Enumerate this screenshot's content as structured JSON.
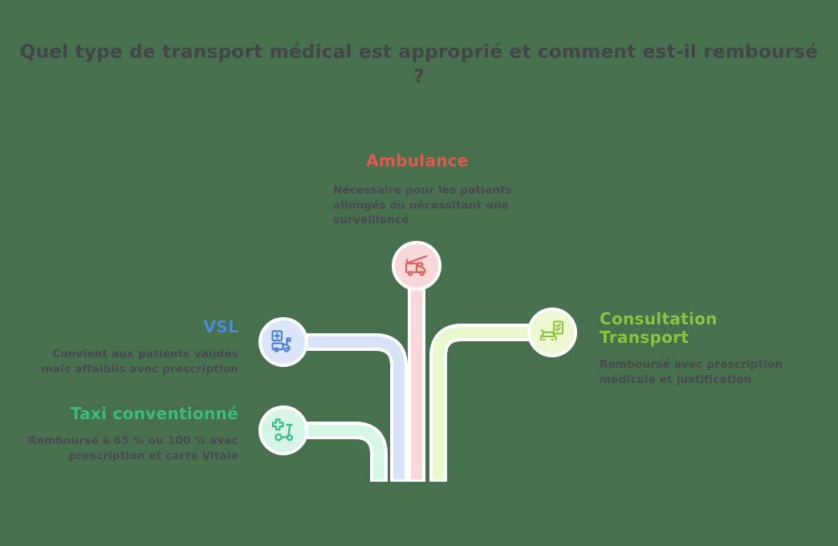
{
  "title": {
    "line1": "Quel type de transport médical est approprié et comment est-il remboursé",
    "line2": "?"
  },
  "colors": {
    "background": "#47704E",
    "body_text": "#4A4A50",
    "title_text": "#454549",
    "white_casing": "#FFFFFF"
  },
  "branches": [
    {
      "id": "ambulance",
      "label": "Ambulance",
      "description": "Nécessaire pour les patients allongés ou nécessitant une surveillance",
      "accent": "#E0594F",
      "circle_fill": "#F8D8D8",
      "pipe_color": "#F9D8DA",
      "icon": "fire-truck-icon"
    },
    {
      "id": "vsl",
      "label": "VSL",
      "description": "Convient aux patients valides mais affaiblis avec prescription",
      "accent": "#4A8AD8",
      "circle_fill": "#DCE6F8",
      "pipe_color": "#D8E3F8",
      "icon": "medical-van-icon"
    },
    {
      "id": "taxi",
      "label": "Taxi conventionné",
      "description": "Remboursé à 65 % ou 100 % avec prescription et carte Vitale",
      "accent": "#35BD82",
      "circle_fill": "#D6F5E6",
      "pipe_color": "#D6F6E6",
      "icon": "medical-scooter-icon"
    },
    {
      "id": "consultation",
      "label": "Consultation Transport",
      "description": "Remboursé avec prescription médicale et justification",
      "accent": "#8CC23F",
      "circle_fill": "#EDF8D3",
      "pipe_color": "#EAF8CD",
      "icon": "car-checklist-icon"
    }
  ]
}
